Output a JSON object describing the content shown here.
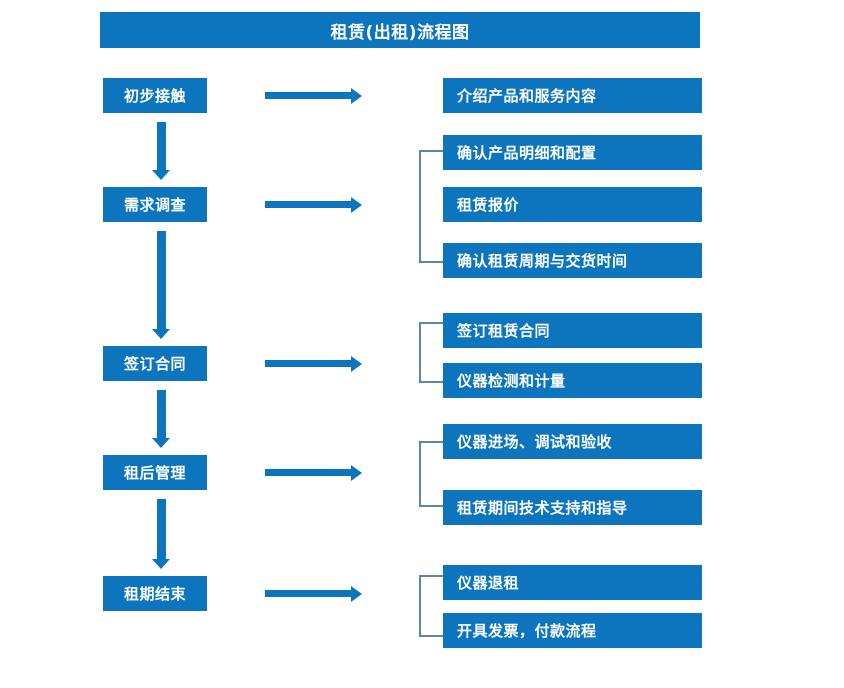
{
  "diagram": {
    "title": "租赁(出租)流程图",
    "colors": {
      "box_blue": "#0d75bd",
      "bracket_blue": "#5b86ad",
      "text_white": "#ffffff",
      "background": "#ffffff"
    },
    "stages": [
      {
        "label": "初步接触"
      },
      {
        "label": "需求调查"
      },
      {
        "label": "签订合同"
      },
      {
        "label": "租后管理"
      },
      {
        "label": "租期结束"
      }
    ],
    "details": [
      {
        "label": "介绍产品和服务内容"
      },
      {
        "label": "确认产品明细和配置"
      },
      {
        "label": "租赁报价"
      },
      {
        "label": "确认租赁周期与交货时间"
      },
      {
        "label": "签订租赁合同"
      },
      {
        "label": "仪器检测和计量"
      },
      {
        "label": "仪器进场、调试和验收"
      },
      {
        "label": "租赁期间技术支持和指导"
      },
      {
        "label": "仪器退租"
      },
      {
        "label": "开具发票，付款流程"
      }
    ],
    "groups": [
      {
        "stage": "需求调查",
        "details": [
          "确认产品明细和配置",
          "租赁报价",
          "确认租赁周期与交货时间"
        ]
      },
      {
        "stage": "签订合同",
        "details": [
          "签订租赁合同",
          "仪器检测和计量"
        ]
      },
      {
        "stage": "租后管理",
        "details": [
          "仪器进场、调试和验收",
          "租赁期间技术支持和指导"
        ]
      },
      {
        "stage": "租期结束",
        "details": [
          "仪器退租",
          "开具发票，付款流程"
        ]
      }
    ],
    "flow_order": [
      "初步接触",
      "需求调查",
      "签订合同",
      "租后管理",
      "租期结束"
    ]
  }
}
